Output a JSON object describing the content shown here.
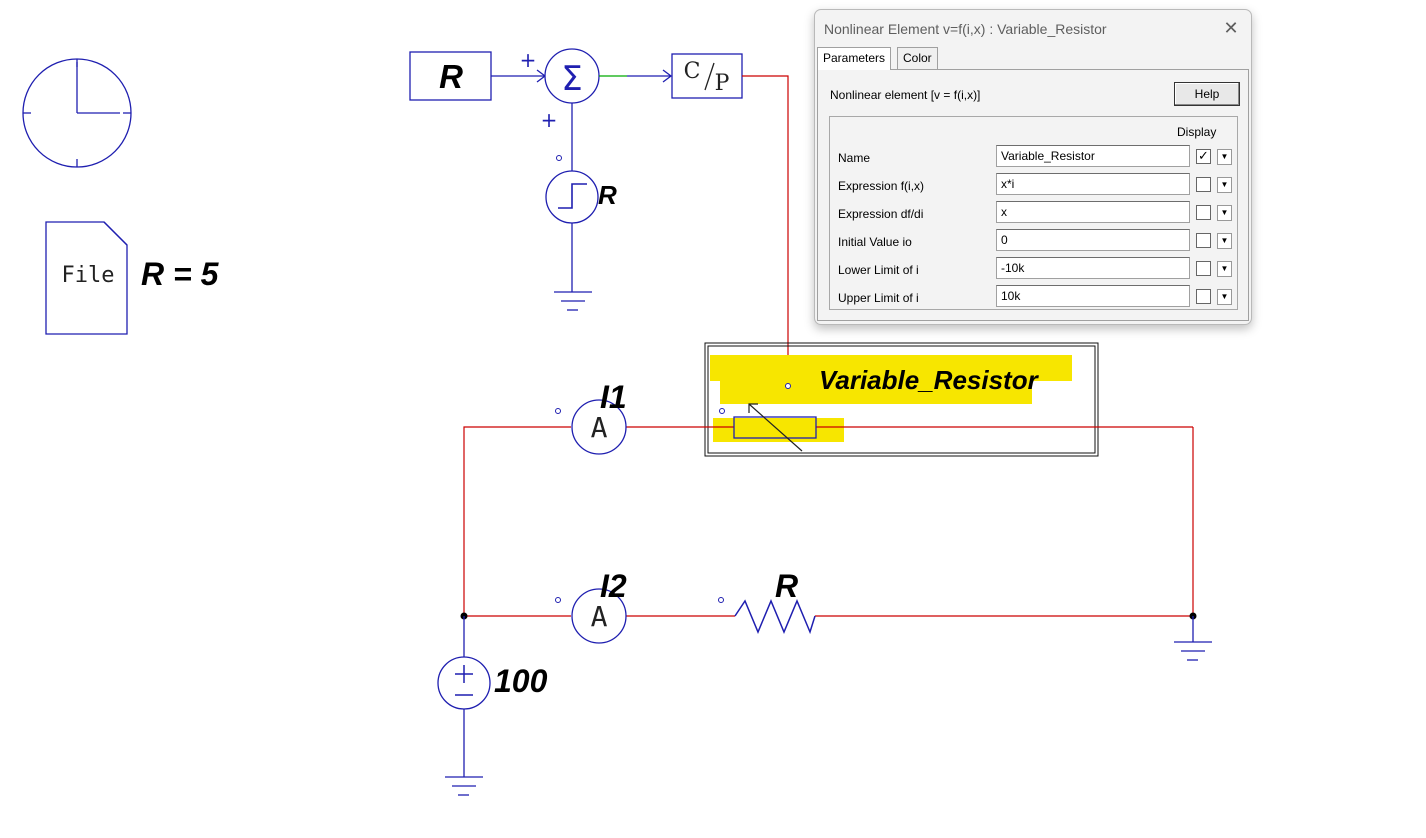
{
  "schematic": {
    "file_block": "File",
    "r_assign": "R = 5",
    "r_source_block": "R",
    "step_label": "R",
    "sum_symbol": "Σ",
    "sum_plus_top": "+",
    "sum_plus_bottom": "+",
    "cp_block_c": "C",
    "cp_block_p": "P",
    "ammeter1_symbol": "A",
    "ammeter1_label": "I1",
    "ammeter2_symbol": "A",
    "ammeter2_label": "I2",
    "resistor_label": "R",
    "source_label": "100",
    "nonlinear_label": "Variable_Resistor"
  },
  "colors": {
    "wire_red": "#cc0000",
    "wire_blue": "#1f1fb0",
    "wire_green": "#00aa00",
    "highlight": "#f7e600"
  },
  "dialog": {
    "title": "Nonlinear Element v=f(i,x) : Variable_Resistor",
    "close_icon": "close-icon",
    "tabs": [
      "Parameters",
      "Color"
    ],
    "active_tab": "Parameters",
    "header_text": "Nonlinear element [v = f(i,x)]",
    "help_label": "Help",
    "display_header": "Display",
    "params": [
      {
        "name": "Name",
        "value": "Variable_Resistor",
        "display": true
      },
      {
        "name": "Expression f(i,x)",
        "value": "x*i",
        "display": false
      },
      {
        "name": "Expression df/di",
        "value": "x",
        "display": false
      },
      {
        "name": "Initial Value io",
        "value": "0",
        "display": false
      },
      {
        "name": "Lower Limit of i",
        "value": "-10k",
        "display": false
      },
      {
        "name": "Upper Limit of i",
        "value": "10k",
        "display": false
      }
    ]
  }
}
